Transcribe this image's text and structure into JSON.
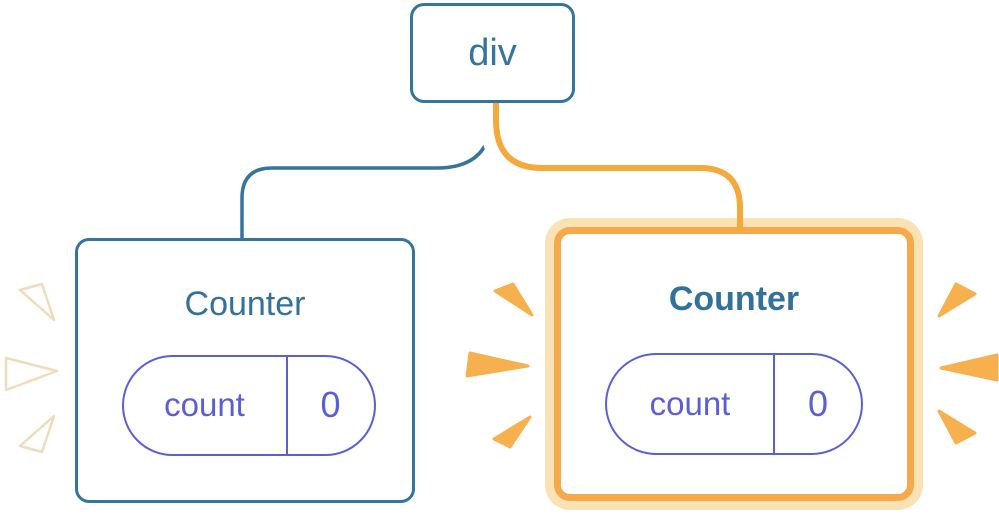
{
  "root_node": {
    "label": "div"
  },
  "counters": [
    {
      "title": "Counter",
      "state_key": "count",
      "state_value": "0",
      "highlighted": false
    },
    {
      "title": "Counter",
      "state_key": "count",
      "state_value": "0",
      "highlighted": true
    }
  ],
  "colors": {
    "node_blue": "#35749e",
    "title_blue": "#31719b",
    "state_purple": "#5b5fd7",
    "highlight_orange": "#f5a94b",
    "highlight_orange_pale": "#fbe2b4",
    "connector_orange": "#f3a93c",
    "spark_orange": "#f6b04e"
  }
}
